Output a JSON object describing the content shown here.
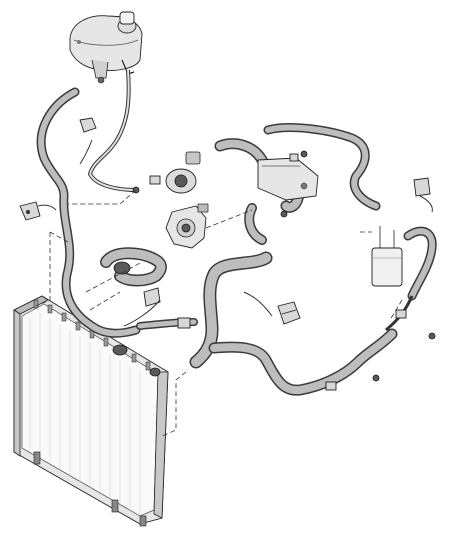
{
  "diagram": {
    "background_color": "#ffffff",
    "hose_fill_color": "#b5b5b5",
    "outline_color": "#222222",
    "components": [
      {
        "id": "expansion-tank",
        "icon": "expansion-tank-icon"
      },
      {
        "id": "radiator",
        "icon": "radiator-icon"
      },
      {
        "id": "thermostat-housing",
        "icon": "thermostat-housing-icon"
      },
      {
        "id": "water-outlet-housing",
        "icon": "water-outlet-housing-icon"
      },
      {
        "id": "oil-cooler",
        "icon": "oil-cooler-icon"
      },
      {
        "id": "upper-radiator-hose",
        "icon": "hose-icon"
      },
      {
        "id": "lower-radiator-hose",
        "icon": "hose-icon"
      },
      {
        "id": "heater-hose",
        "icon": "hose-icon"
      },
      {
        "id": "bleed-pipe",
        "icon": "pipe-icon"
      },
      {
        "id": "hose-clips",
        "icon": "clip-icon"
      },
      {
        "id": "bolts",
        "icon": "bolt-icon"
      }
    ]
  }
}
